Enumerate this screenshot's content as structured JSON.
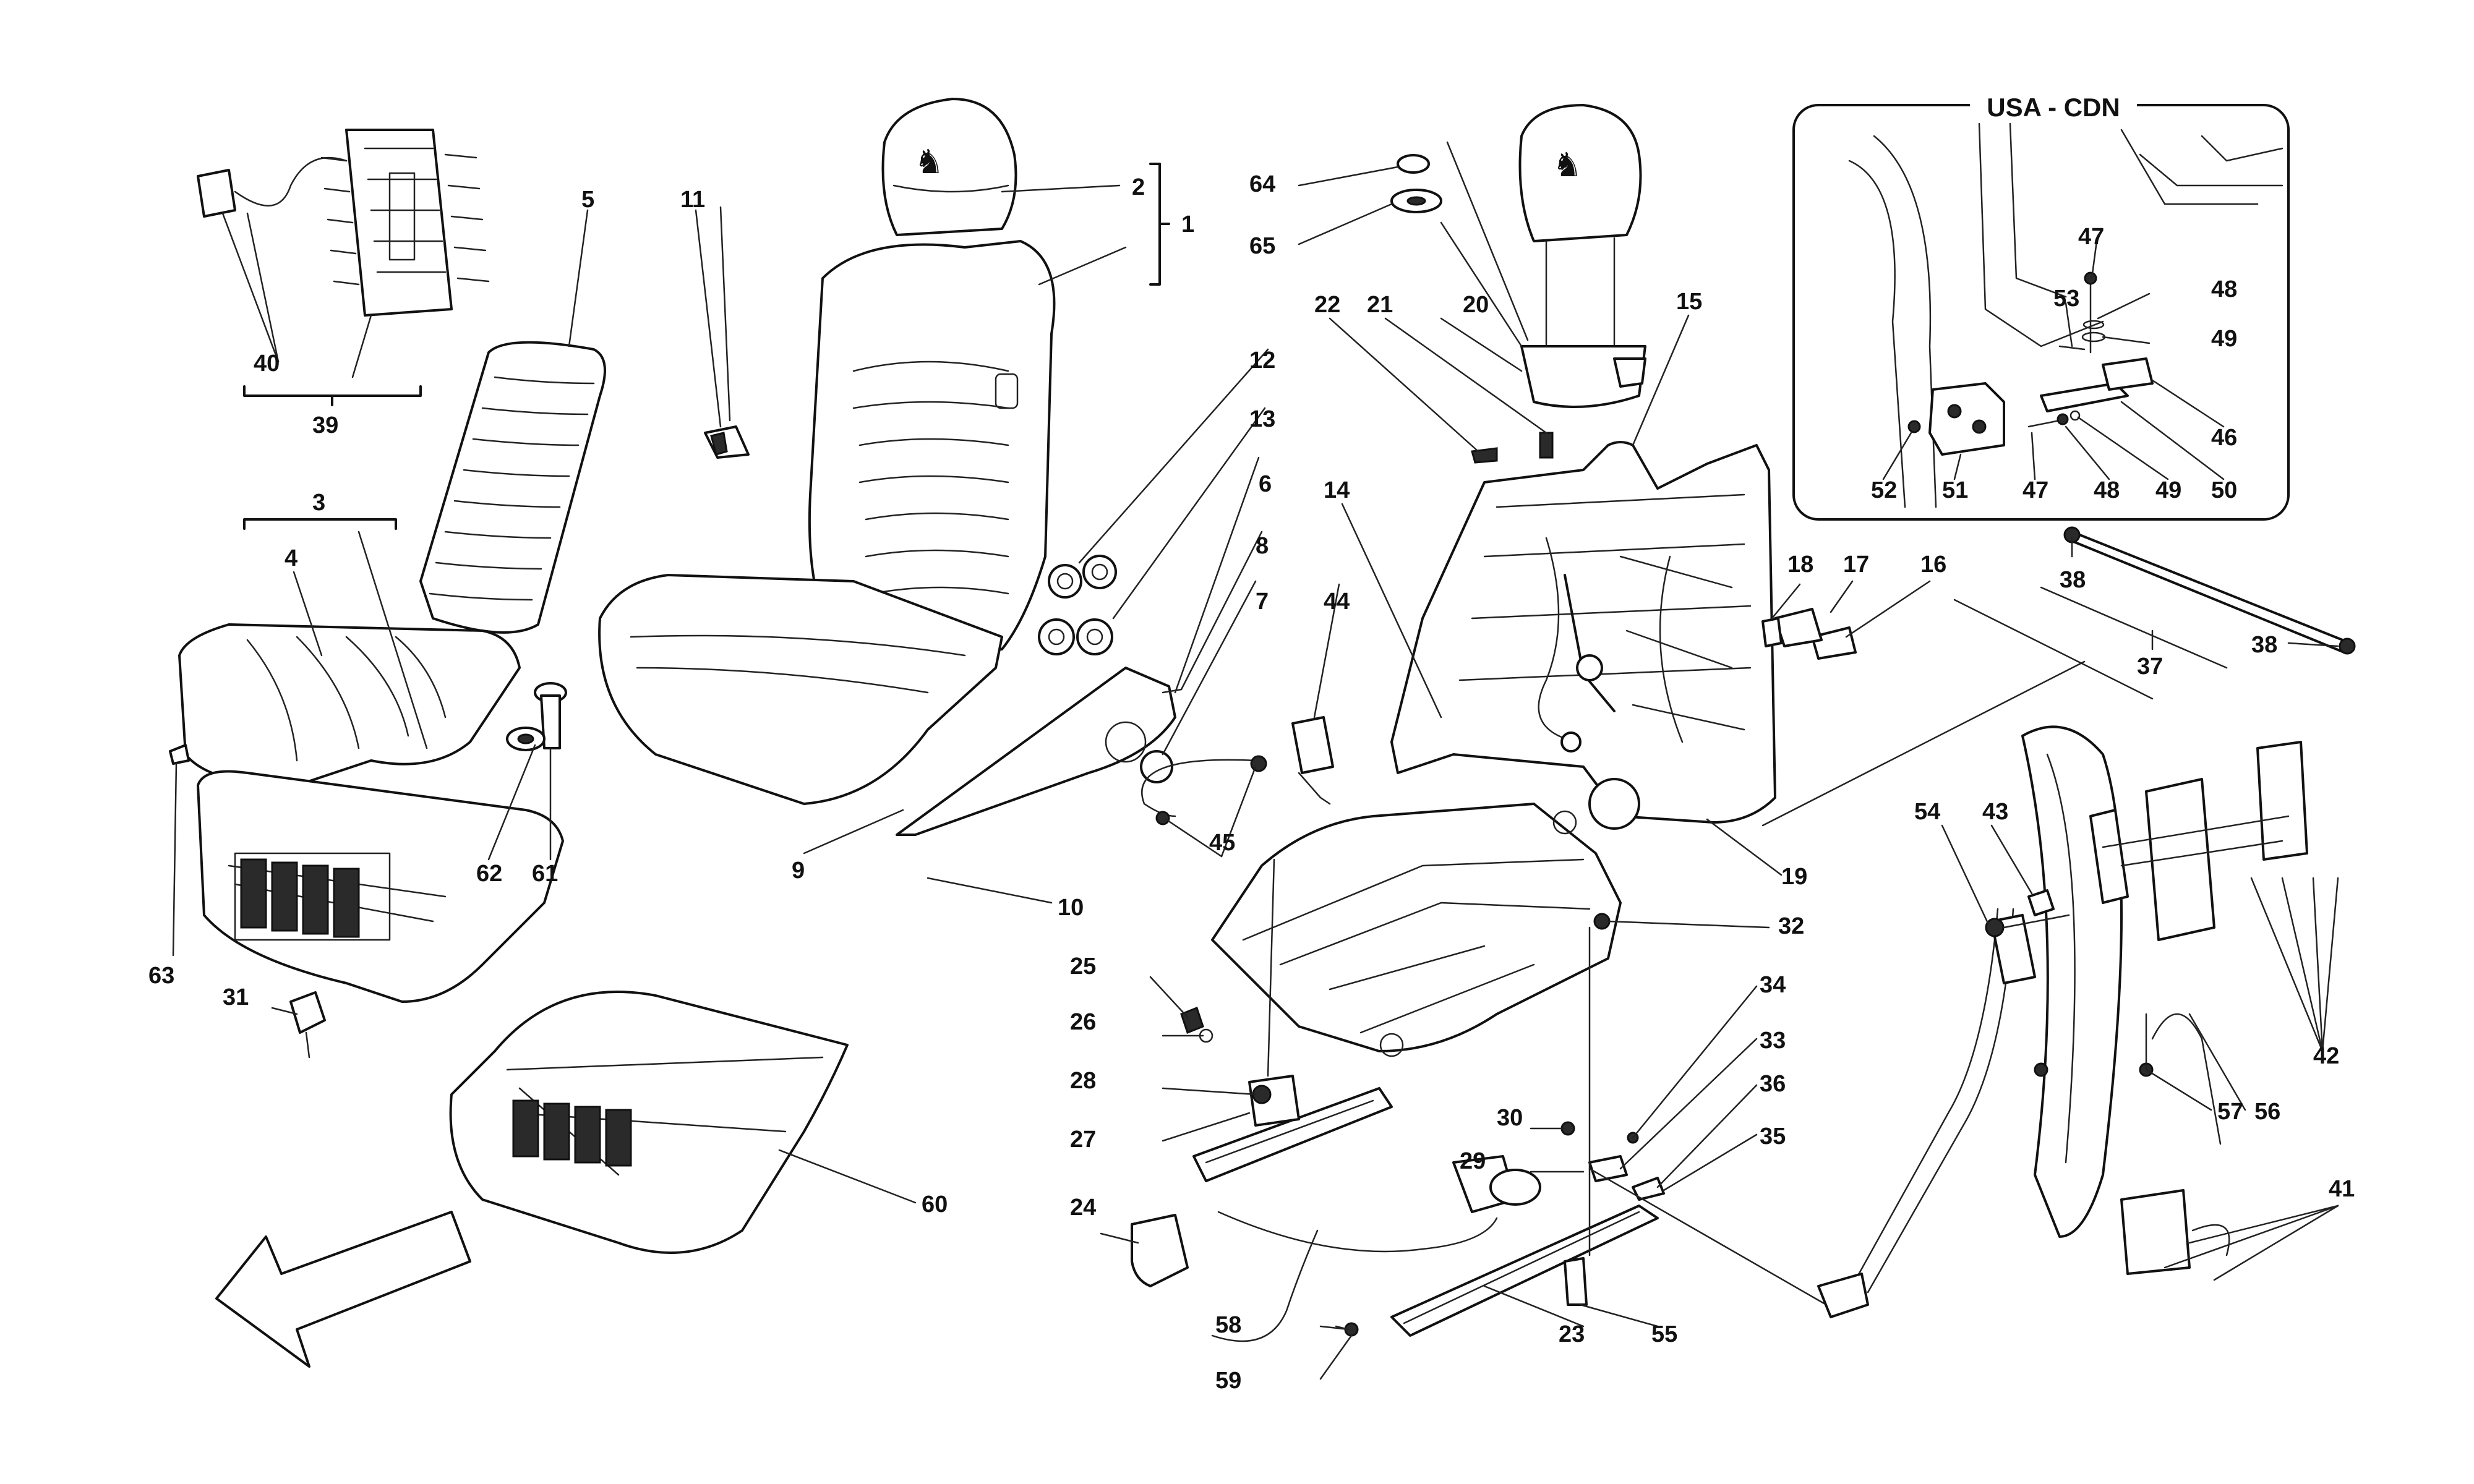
{
  "inset": {
    "title": "USA - CDN"
  },
  "callouts": [
    {
      "id": "c1",
      "text": "1"
    },
    {
      "id": "c2",
      "text": "2"
    },
    {
      "id": "c3",
      "text": "3"
    },
    {
      "id": "c4",
      "text": "4"
    },
    {
      "id": "c5",
      "text": "5"
    },
    {
      "id": "c6",
      "text": "6"
    },
    {
      "id": "c7",
      "text": "7"
    },
    {
      "id": "c8",
      "text": "8"
    },
    {
      "id": "c9",
      "text": "9"
    },
    {
      "id": "c10",
      "text": "10"
    },
    {
      "id": "c11",
      "text": "11"
    },
    {
      "id": "c12",
      "text": "12"
    },
    {
      "id": "c13",
      "text": "13"
    },
    {
      "id": "c14",
      "text": "14"
    },
    {
      "id": "c15",
      "text": "15"
    },
    {
      "id": "c16",
      "text": "16"
    },
    {
      "id": "c17",
      "text": "17"
    },
    {
      "id": "c18",
      "text": "18"
    },
    {
      "id": "c19",
      "text": "19"
    },
    {
      "id": "c20",
      "text": "20"
    },
    {
      "id": "c21",
      "text": "21"
    },
    {
      "id": "c22",
      "text": "22"
    },
    {
      "id": "c23",
      "text": "23"
    },
    {
      "id": "c24",
      "text": "24"
    },
    {
      "id": "c25",
      "text": "25"
    },
    {
      "id": "c26",
      "text": "26"
    },
    {
      "id": "c27",
      "text": "27"
    },
    {
      "id": "c28",
      "text": "28"
    },
    {
      "id": "c29",
      "text": "29"
    },
    {
      "id": "c30",
      "text": "30"
    },
    {
      "id": "c31",
      "text": "31"
    },
    {
      "id": "c32",
      "text": "32"
    },
    {
      "id": "c33",
      "text": "33"
    },
    {
      "id": "c34",
      "text": "34"
    },
    {
      "id": "c35",
      "text": "35"
    },
    {
      "id": "c36",
      "text": "36"
    },
    {
      "id": "c37",
      "text": "37"
    },
    {
      "id": "c38a",
      "text": "38"
    },
    {
      "id": "c38b",
      "text": "38"
    },
    {
      "id": "c39",
      "text": "39"
    },
    {
      "id": "c40",
      "text": "40"
    },
    {
      "id": "c41",
      "text": "41"
    },
    {
      "id": "c42",
      "text": "42"
    },
    {
      "id": "c43",
      "text": "43"
    },
    {
      "id": "c44",
      "text": "44"
    },
    {
      "id": "c45",
      "text": "45"
    },
    {
      "id": "c46",
      "text": "46"
    },
    {
      "id": "c47a",
      "text": "47"
    },
    {
      "id": "c47b",
      "text": "47"
    },
    {
      "id": "c48a",
      "text": "48"
    },
    {
      "id": "c48b",
      "text": "48"
    },
    {
      "id": "c49a",
      "text": "49"
    },
    {
      "id": "c49b",
      "text": "49"
    },
    {
      "id": "c50",
      "text": "50"
    },
    {
      "id": "c51",
      "text": "51"
    },
    {
      "id": "c52",
      "text": "52"
    },
    {
      "id": "c53",
      "text": "53"
    },
    {
      "id": "c54",
      "text": "54"
    },
    {
      "id": "c55",
      "text": "55"
    },
    {
      "id": "c56",
      "text": "56"
    },
    {
      "id": "c57",
      "text": "57"
    },
    {
      "id": "c58",
      "text": "58"
    },
    {
      "id": "c59",
      "text": "59"
    },
    {
      "id": "c60",
      "text": "60"
    },
    {
      "id": "c61",
      "text": "61"
    },
    {
      "id": "c62",
      "text": "62"
    },
    {
      "id": "c63",
      "text": "63"
    },
    {
      "id": "c64",
      "text": "64"
    },
    {
      "id": "c65",
      "text": "65"
    }
  ],
  "icons": {
    "direction_arrow": "front-direction-arrow-icon"
  }
}
